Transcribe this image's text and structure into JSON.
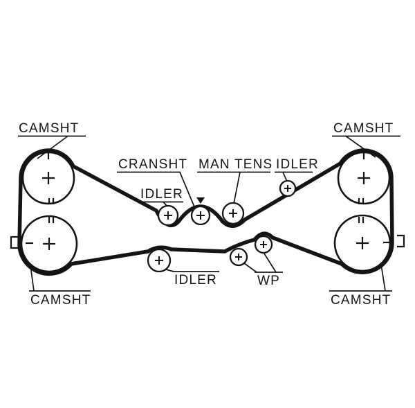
{
  "diagram": {
    "type": "timing-belt-routing-diagram",
    "line_color": "#141414",
    "background_color": "#ffffff",
    "labels": {
      "camsht_top_left": "CAMSHT",
      "camsht_top_right": "CAMSHT",
      "camsht_bottom_left": "CAMSHT",
      "camsht_bottom_right": "CAMSHT",
      "cransht": "CRANSHT",
      "man_tens": "MAN TENS",
      "idler_upper_mid": "IDLER",
      "idler_upper_right": "IDLER",
      "idler_lower": "IDLER",
      "water_pump": "WP"
    },
    "marks": {
      "plus_symbol": "+",
      "minus_symbol": "-",
      "alignment_symbol": "II",
      "direction_arrow": "down"
    }
  }
}
